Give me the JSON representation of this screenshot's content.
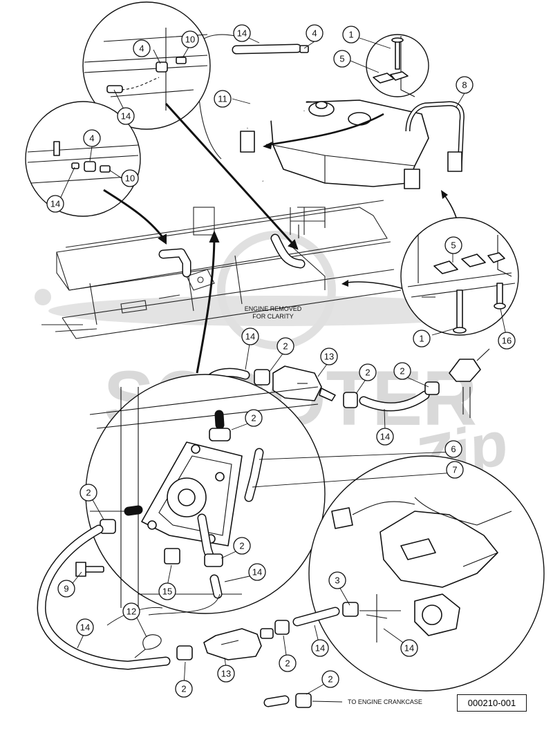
{
  "figure_number": "000210-001",
  "notes": {
    "engine_removed": [
      "ENGINE REMOVED",
      "FOR CLARITY"
    ],
    "to_engine_crankcase": "TO ENGINE CRANKCASE"
  },
  "watermark": {
    "word": "SCOOTER",
    "script": "Zip"
  },
  "callouts": [
    {
      "id": "c1",
      "label": "14"
    },
    {
      "id": "c2",
      "label": "4"
    },
    {
      "id": "c3",
      "label": "1"
    },
    {
      "id": "c4",
      "label": "5"
    },
    {
      "id": "c5",
      "label": "11"
    },
    {
      "id": "c6",
      "label": "8"
    },
    {
      "id": "c7",
      "label": "4"
    },
    {
      "id": "c8",
      "label": "10"
    },
    {
      "id": "c9",
      "label": "14"
    },
    {
      "id": "c10",
      "label": "4"
    },
    {
      "id": "c11",
      "label": "10"
    },
    {
      "id": "c12",
      "label": "14"
    },
    {
      "id": "c13",
      "label": "5"
    },
    {
      "id": "c14",
      "label": "1"
    },
    {
      "id": "c15",
      "label": "16"
    },
    {
      "id": "c16",
      "label": "14"
    },
    {
      "id": "c17",
      "label": "2"
    },
    {
      "id": "c18",
      "label": "13"
    },
    {
      "id": "c19",
      "label": "2"
    },
    {
      "id": "c20",
      "label": "2"
    },
    {
      "id": "c21",
      "label": "2"
    },
    {
      "id": "c22",
      "label": "14"
    },
    {
      "id": "c23",
      "label": "6"
    },
    {
      "id": "c24",
      "label": "7"
    },
    {
      "id": "c25",
      "label": "2"
    },
    {
      "id": "c26",
      "label": "2"
    },
    {
      "id": "c27",
      "label": "14"
    },
    {
      "id": "c28",
      "label": "9"
    },
    {
      "id": "c29",
      "label": "15"
    },
    {
      "id": "c30",
      "label": "3"
    },
    {
      "id": "c31",
      "label": "12"
    },
    {
      "id": "c32",
      "label": "14"
    },
    {
      "id": "c33",
      "label": "14"
    },
    {
      "id": "c34",
      "label": "14"
    },
    {
      "id": "c35",
      "label": "13"
    },
    {
      "id": "c36",
      "label": "2"
    },
    {
      "id": "c37",
      "label": "2"
    },
    {
      "id": "c38",
      "label": "2"
    }
  ]
}
